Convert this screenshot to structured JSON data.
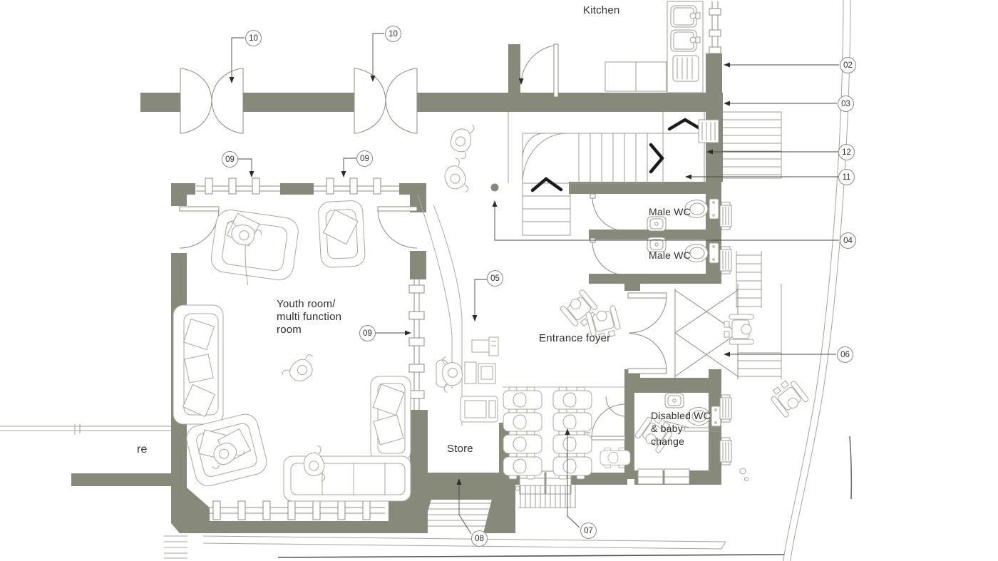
{
  "labels": {
    "kitchen": "Kitchen",
    "youth_room": [
      "Youth room/",
      "multi function",
      "room"
    ],
    "entrance_foyer": "Entrance foyer",
    "male_wc_upper": "Male WC",
    "male_wc_lower": "Male WC",
    "disabled_wc": [
      "Disabled WC",
      "& baby",
      "change"
    ],
    "store": "Store",
    "left_edge_partial": "re"
  },
  "callouts": [
    {
      "id": "door-left",
      "label": "10"
    },
    {
      "id": "door-right",
      "label": "10"
    },
    {
      "id": "glazing-left",
      "label": "09"
    },
    {
      "id": "glazing-right",
      "label": "09"
    },
    {
      "id": "glazing-partition",
      "label": "09"
    },
    {
      "id": "reception-desk",
      "label": "05"
    },
    {
      "id": "ref-02",
      "label": "02"
    },
    {
      "id": "ref-03",
      "label": "03"
    },
    {
      "id": "ref-12",
      "label": "12"
    },
    {
      "id": "ref-11",
      "label": "11"
    },
    {
      "id": "ref-04",
      "label": "04"
    },
    {
      "id": "entrance",
      "label": "06"
    },
    {
      "id": "buggy-store",
      "label": "07"
    },
    {
      "id": "store-room",
      "label": "08"
    }
  ],
  "colors": {
    "wall_fill": "#87897a",
    "furniture_line": "#a7a99a",
    "stair_line": "#9b9d90",
    "annotation": "#3c3c38",
    "text": "#2f2f2d"
  }
}
